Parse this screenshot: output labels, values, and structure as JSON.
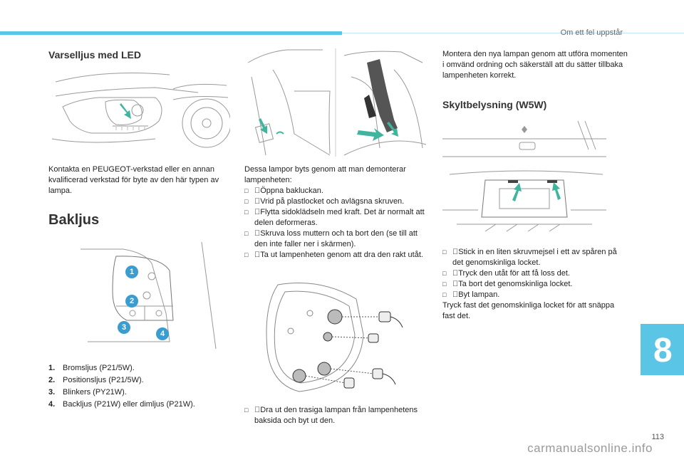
{
  "header": {
    "chapter_title": "Om ett fel uppstår"
  },
  "tab": {
    "chapter_number": "8"
  },
  "page_number": "113",
  "left": {
    "heading_led": "Varselljus med LED",
    "led_text": "Kontakta en PEUGEOT-verkstad eller en annan kvalificerad verkstad för byte av den här typen av lampa.",
    "heading_bakljus": "Bakljus",
    "callouts": [
      "1",
      "2",
      "3",
      "4"
    ],
    "bulbs": [
      {
        "num": "1.",
        "text": "Bromsljus (P21/5W)."
      },
      {
        "num": "2.",
        "text": "Positionsljus (P21/5W)."
      },
      {
        "num": "3.",
        "text": "Blinkers (PY21W)."
      },
      {
        "num": "4.",
        "text": "Backljus (P21W) eller dimljus (P21W)."
      }
    ]
  },
  "middle": {
    "intro": "Dessa lampor byts genom att man demonterar lampenheten:",
    "steps": [
      "Öppna bakluckan.",
      "Vrid på plastlocket och avlägsna skruven.",
      "Flytta sidoklädseln med kraft. Det är normalt att delen deformeras.",
      "Skruva loss muttern och ta bort den (se till att den inte faller ner i skärmen).",
      "Ta ut lampenheten genom att dra den rakt utåt."
    ],
    "final_step": "Dra ut den trasiga lampan från lampenhetens baksida och byt ut den."
  },
  "right": {
    "refit_text": "Montera den nya lampan genom att utföra momenten i omvänd ordning och säkerställ att du sätter tillbaka lampenheten korrekt.",
    "heading_skylt": "Skyltbelysning (W5W)",
    "steps": [
      "Stick in en liten skruvmejsel i ett av spåren på det genomskinliga locket.",
      "Tryck den utåt för att få loss det.",
      "Ta bort det genomskinliga locket.",
      "Byt lampan."
    ],
    "closing": "Tryck fast det genomskinliga locket för att snäppa fast det."
  },
  "watermark": "carmanualsonline.info",
  "colors": {
    "accent": "#5bc5e6",
    "arrow": "#3fb59e"
  }
}
